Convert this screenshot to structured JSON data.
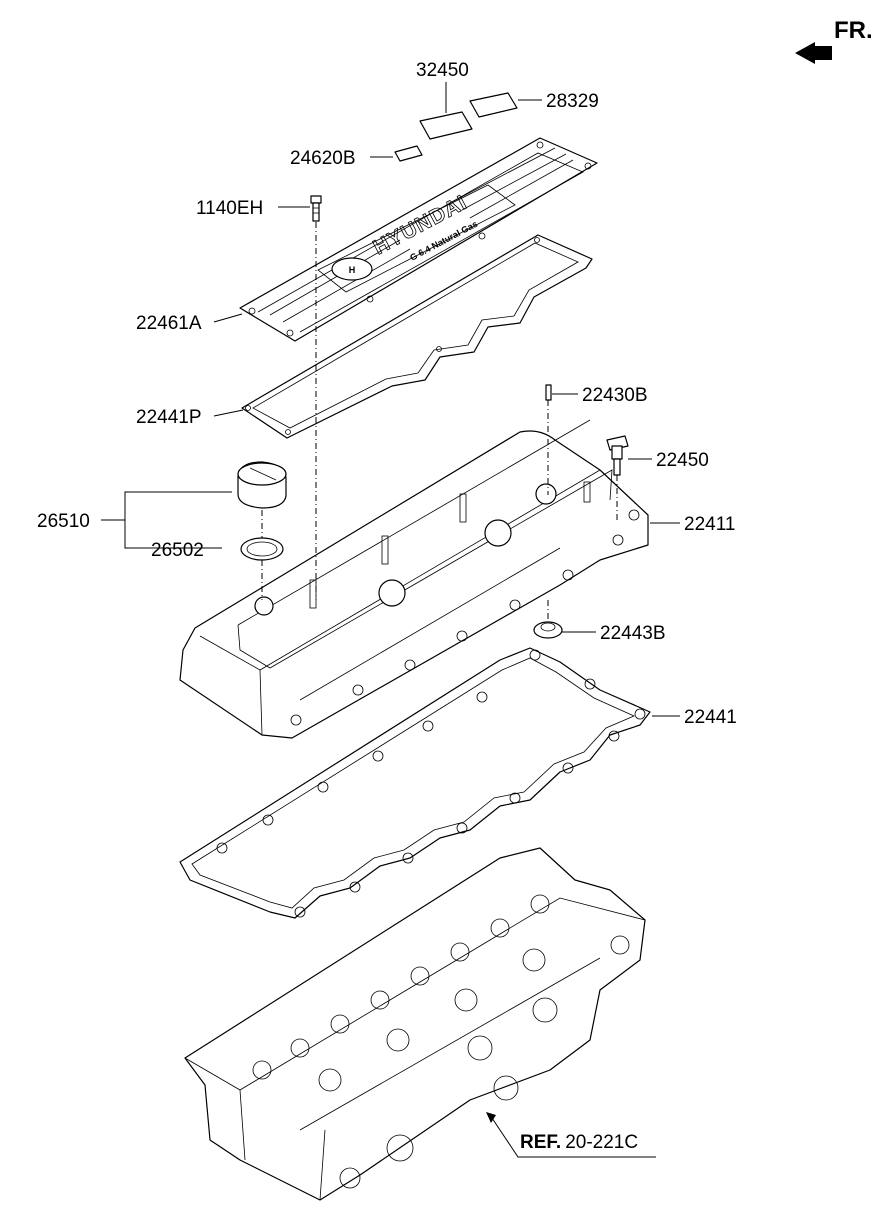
{
  "orientation": {
    "label": "FR.",
    "arrow_icon": "arrow-left-icon"
  },
  "cover_logo": {
    "brand": "HYUNDAI",
    "engine": "G 6.4 Natural Gas"
  },
  "reference": {
    "prefix": "REF.",
    "code": "20-221C"
  },
  "callouts": [
    {
      "id": "32450",
      "part_number": "32450"
    },
    {
      "id": "28329",
      "part_number": "28329"
    },
    {
      "id": "24620B",
      "part_number": "24620B"
    },
    {
      "id": "1140EH",
      "part_number": "1140EH"
    },
    {
      "id": "22461A",
      "part_number": "22461A"
    },
    {
      "id": "22441P",
      "part_number": "22441P"
    },
    {
      "id": "22430B",
      "part_number": "22430B"
    },
    {
      "id": "22450",
      "part_number": "22450"
    },
    {
      "id": "26510",
      "part_number": "26510"
    },
    {
      "id": "22411",
      "part_number": "22411"
    },
    {
      "id": "26502",
      "part_number": "26502"
    },
    {
      "id": "22443B",
      "part_number": "22443B"
    },
    {
      "id": "22441",
      "part_number": "22441"
    }
  ]
}
